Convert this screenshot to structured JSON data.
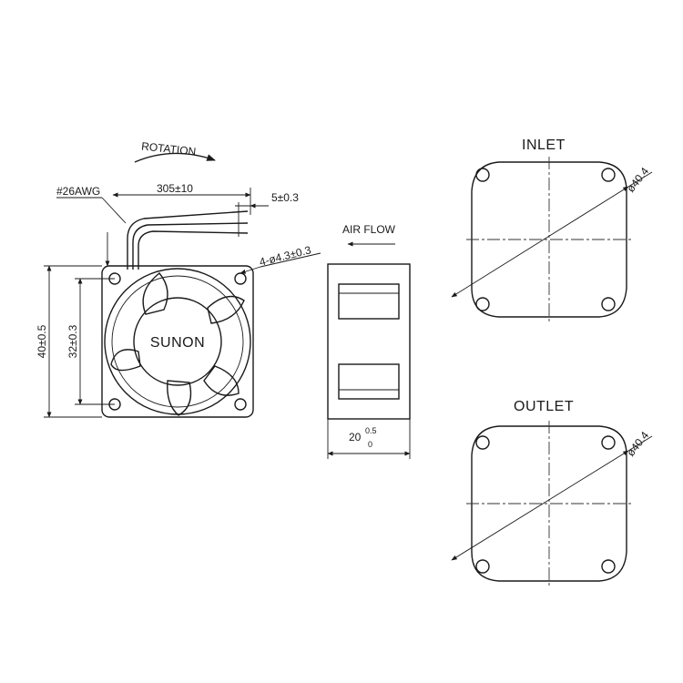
{
  "labels": {
    "rotation": "ROTATION",
    "wire_gauge": "#26AWG",
    "lead_length": "305±10",
    "strip_length": "5±0.3",
    "hole_spec": "4-ø4.3±0.3",
    "brand": "SUNON",
    "height": "40±0.5",
    "hole_pitch": "32±0.3",
    "air_flow": "AIR FLOW",
    "depth_main": "20",
    "depth_tol_upper": "0.5",
    "depth_tol_lower": "0",
    "inlet": "INLET",
    "outlet": "OUTLET",
    "inlet_diameter": "ø40.4",
    "outlet_diameter": "ø40.4"
  },
  "colors": {
    "line": "#1a1a1a",
    "background": "#ffffff"
  }
}
